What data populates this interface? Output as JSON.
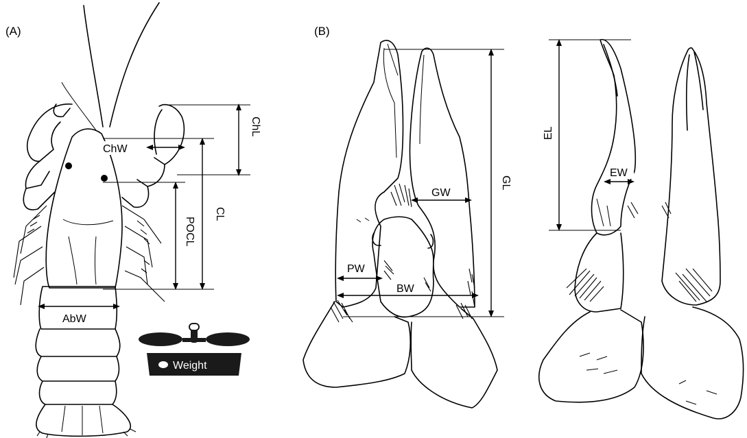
{
  "panels": {
    "a": "(A)",
    "b": "(B)"
  },
  "labels": {
    "chl": "ChL",
    "chw": "ChW",
    "cl": "CL",
    "pocl": "POCL",
    "abw": "AbW",
    "weight": "Weight",
    "gw": "GW",
    "gl": "GL",
    "pw": "PW",
    "bw": "BW",
    "el": "EL",
    "ew": "EW"
  },
  "icons": {
    "scale": "balance-scale-icon"
  }
}
